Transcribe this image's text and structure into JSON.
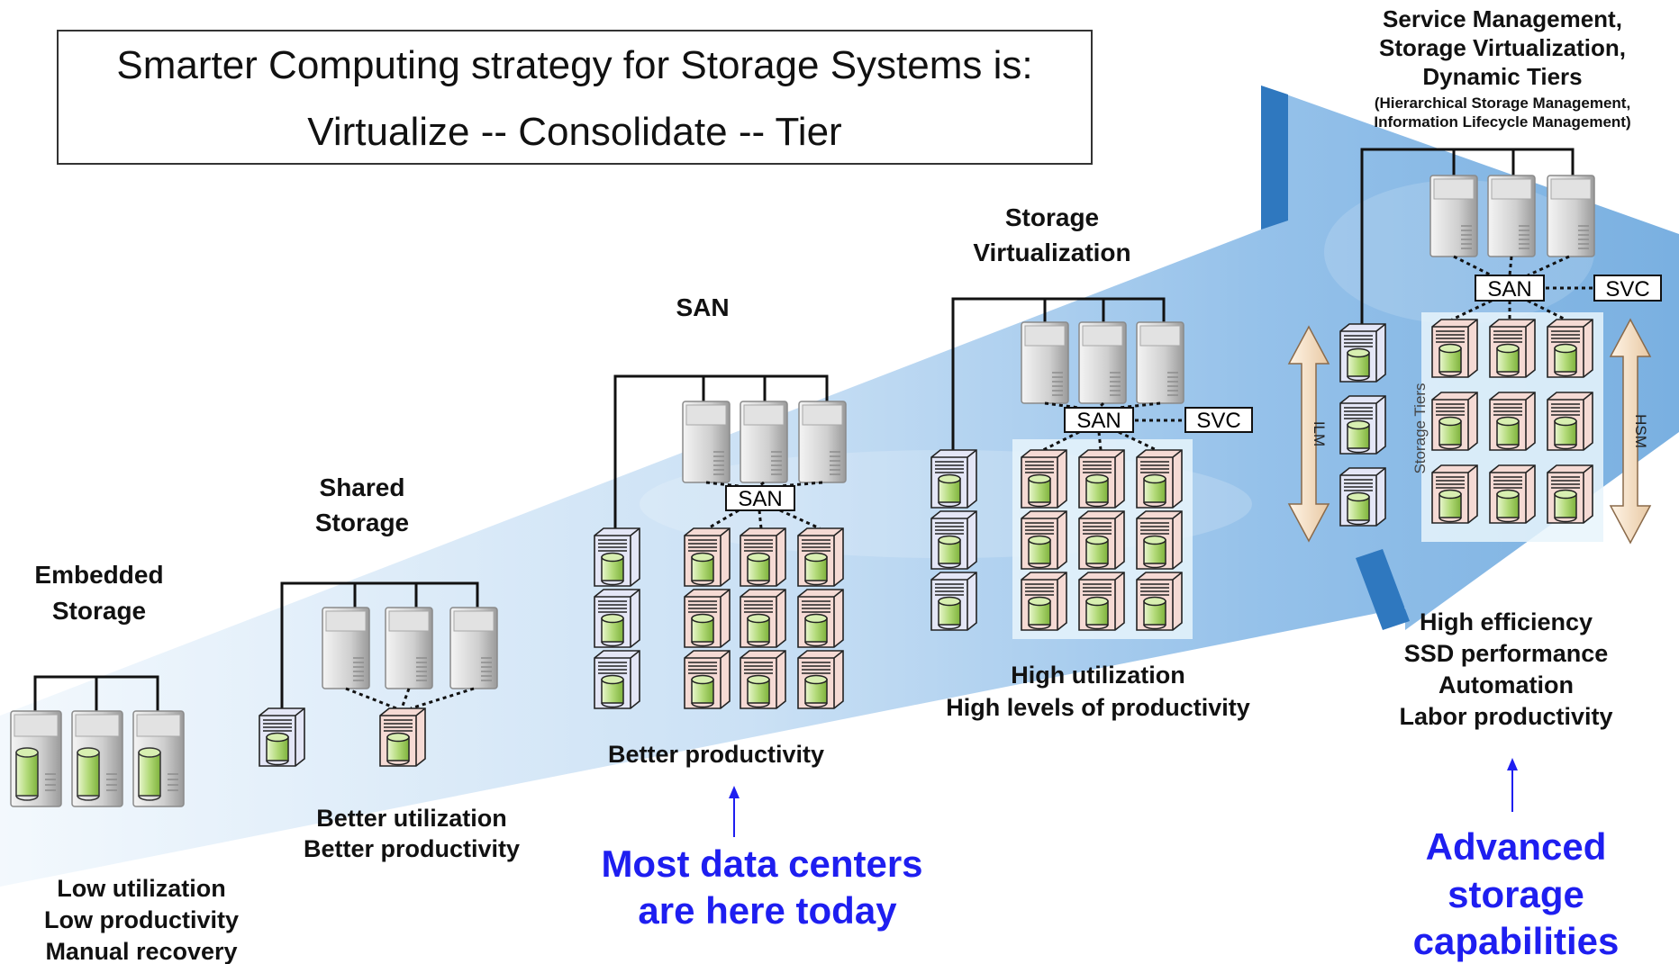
{
  "title": {
    "line1": "Smarter Computing strategy for Storage Systems is:",
    "line2": "Virtualize -- Consolidate -- Tier"
  },
  "stages": {
    "embedded": {
      "title": [
        "Embedded",
        "Storage"
      ],
      "benefits": [
        "Low utilization",
        "Low productivity",
        "Manual recovery"
      ]
    },
    "shared": {
      "title": [
        "Shared",
        "Storage"
      ],
      "benefits": [
        "Better utilization",
        "Better productivity"
      ]
    },
    "san": {
      "title": "SAN",
      "benefits": [
        "Better productivity"
      ],
      "switch_label": "SAN"
    },
    "virtualization": {
      "title": [
        "Storage",
        "Virtualization"
      ],
      "benefits": [
        "High utilization",
        "High levels of productivity"
      ],
      "switch_label": "SAN",
      "controller_label": "SVC"
    },
    "tiers": {
      "title": [
        "Service Management,",
        "Storage Virtualization,",
        "Dynamic Tiers"
      ],
      "subtitle": [
        "(Hierarchical Storage Management,",
        "Information Lifecycle Management)"
      ],
      "benefits": [
        "High efficiency",
        "SSD performance",
        "Automation",
        "Labor productivity"
      ],
      "switch_label": "SAN",
      "controller_label": "SVC",
      "side_labels": {
        "left": "ILM",
        "middle": "Storage Tiers",
        "right": "HSM"
      }
    }
  },
  "callouts": {
    "today": [
      "Most data centers",
      "are here today"
    ],
    "advanced": [
      "Advanced",
      "storage",
      "capabilities"
    ]
  },
  "colors": {
    "arrow_light": "#d6e8f8",
    "arrow_mid": "#7fb5e6",
    "arrow_dark": "#3e84c4",
    "server_gray": "#c9c9c9",
    "drive_green": "#a8d26c",
    "callout_blue": "#1e1ef0",
    "cabinet_pink": "#f5dad4",
    "cabinet_lavender": "#e4e6f6",
    "tier_arrow": "#f3dcc0"
  }
}
